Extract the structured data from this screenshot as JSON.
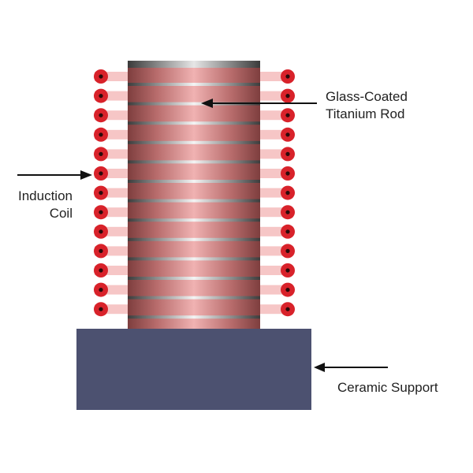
{
  "labels": {
    "rod_line1": "Glass-Coated",
    "rod_line2": "Titanium Rod",
    "coil_line1": "Induction",
    "coil_line2": "Coil",
    "support": "Ceramic Support"
  },
  "colors": {
    "support": "#4c5170",
    "rod_dark": "#8c4a4a",
    "rod_light": "#e8a6a6",
    "coil_band": "#f6c6c6",
    "coil_dot": "#d8222a",
    "coil_center": "#2a0a0a",
    "arrow": "#111111"
  },
  "coil": {
    "turns": 13
  }
}
